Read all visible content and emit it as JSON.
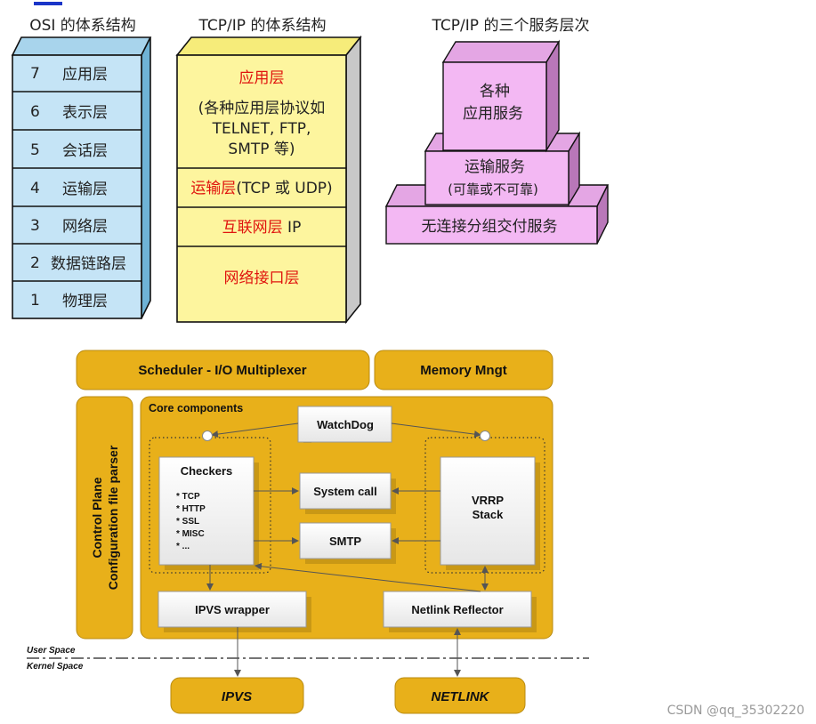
{
  "osi": {
    "title": "OSI 的体系结构",
    "layers": [
      {
        "num": "7",
        "name": "应用层"
      },
      {
        "num": "6",
        "name": "表示层"
      },
      {
        "num": "5",
        "name": "会话层"
      },
      {
        "num": "4",
        "name": "运输层"
      },
      {
        "num": "3",
        "name": "网络层"
      },
      {
        "num": "2",
        "name": "数据链路层"
      },
      {
        "num": "1",
        "name": "物理层"
      }
    ]
  },
  "tcpip": {
    "title": "TCP/IP 的体系结构",
    "app_red": "应用层",
    "app_lines": [
      "(各种应用层协议如",
      "TELNET, FTP,",
      "SMTP 等)"
    ],
    "transport_red": "运输层",
    "transport_black": "(TCP 或 UDP)",
    "internet_red": "互联网层",
    "internet_black": " IP",
    "netif_red": "网络接口层"
  },
  "services": {
    "title": "TCP/IP 的三个服务层次",
    "top_lines": [
      "各种",
      "应用服务"
    ],
    "mid_lines": [
      "运输服务",
      "(可靠或不可靠)"
    ],
    "bottom": "无连接分组交付服务"
  },
  "keepalived": {
    "scheduler": "Scheduler - I/O Multiplexer",
    "memory": "Memory Mngt",
    "control_plane_lines": [
      "Control Plane",
      "Configuration file parser"
    ],
    "core_title": "Core components",
    "watchdog": "WatchDog",
    "checkers_title": "Checkers",
    "checker_items": [
      "* TCP",
      "* HTTP",
      "* SSL",
      "* MISC",
      "* ..."
    ],
    "system_call": "System call",
    "smtp": "SMTP",
    "vrrp_lines": [
      "VRRP",
      "Stack"
    ],
    "ipvs_wrapper": "IPVS wrapper",
    "netlink_reflector": "Netlink Reflector",
    "user_space": "User Space",
    "kernel_space": "Kernel Space",
    "ipvs": "IPVS",
    "netlink": "NETLINK"
  },
  "watermark": "CSDN @qq_35302220",
  "colors": {
    "osi_fill": "#c5e4f6",
    "tcpip_fill": "#fdf59e",
    "services_fill": "#f3b8f3",
    "red_text": "#e0140e",
    "keepalived_orange": "#e8b01a",
    "box_fill": "#f4f4f4"
  }
}
